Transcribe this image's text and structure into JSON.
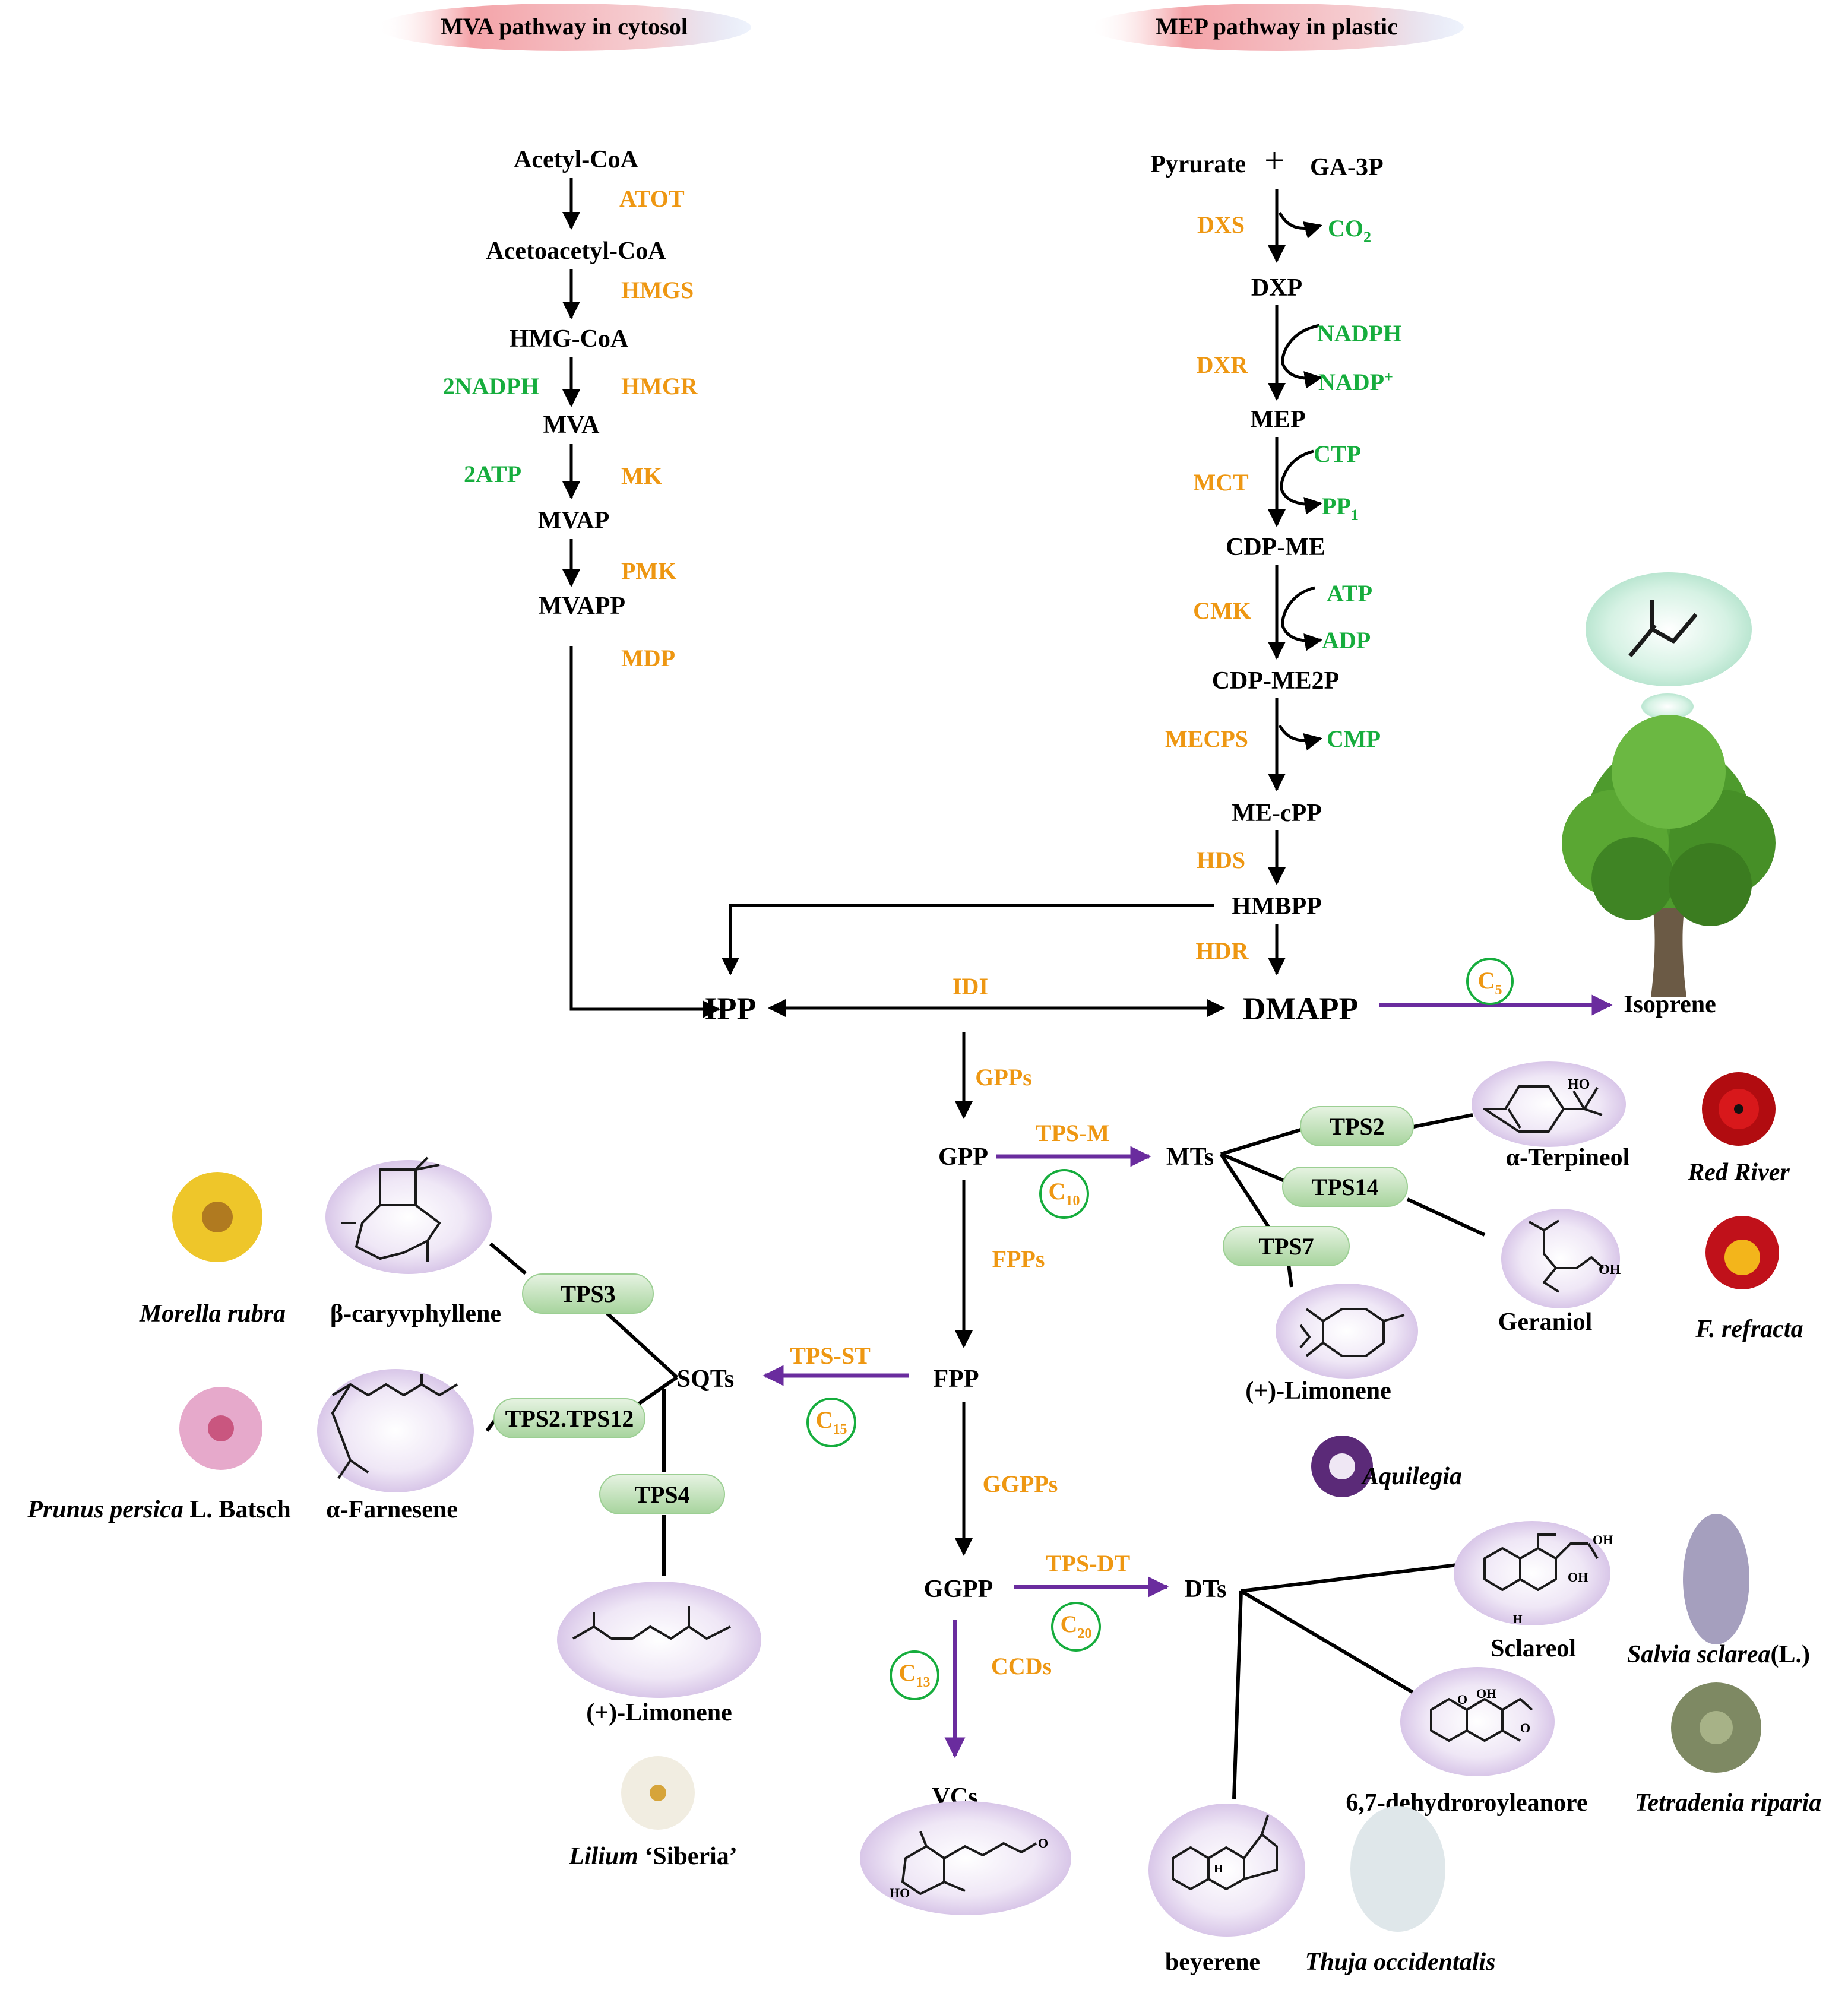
{
  "headers": {
    "mva": "MVA pathway in cytosol",
    "mep": "MEP pathway in plastic"
  },
  "mva": {
    "metabolites": [
      "Acetyl-CoA",
      "Acetoacetyl-CoA",
      "HMG-CoA",
      "MVA",
      "MVAP",
      "MVAPP"
    ],
    "enzymes": [
      "ATOT",
      "HMGS",
      "HMGR",
      "MK",
      "PMK",
      "MDP"
    ],
    "cofactors": [
      "2NADPH",
      "2ATP"
    ]
  },
  "mep": {
    "start_a": "Pyrurate",
    "plus": "+",
    "start_b": "GA-3P",
    "metabolites": [
      "DXP",
      "MEP",
      "CDP-ME",
      "CDP-ME2P",
      "ME-cPP",
      "HMBPP"
    ],
    "enzymes": [
      "DXS",
      "DXR",
      "MCT",
      "CMK",
      "MECPS",
      "HDS",
      "HDR"
    ],
    "cofactors": {
      "co2": "CO",
      "co2_sub": "2",
      "nadph": "NADPH",
      "nadp": "NADP",
      "nadp_sup": "+",
      "ctp": "CTP",
      "pp": "PP",
      "pp_sub": "1",
      "atp": "ATP",
      "adp": "ADP",
      "cmp": "CMP"
    }
  },
  "core": {
    "ipp": "IPP",
    "dmapp": "DMAPP",
    "idi": "IDI",
    "isoprene": "Isoprene",
    "gpp": "GPP",
    "fpp": "FPP",
    "ggpp": "GGPP",
    "gpps": "GPPs",
    "fpps": "FPPs",
    "ggpps": "GGPPs",
    "ccds": "CCDs",
    "tps_m": "TPS-M",
    "tps_st": "TPS-ST",
    "tps_dt": "TPS-DT",
    "mts": "MTs",
    "sqts": "SQTs",
    "dts": "DTs",
    "vcs": "VCs"
  },
  "carbon_labels": [
    {
      "base": "C",
      "sub": "5"
    },
    {
      "base": "C",
      "sub": "10"
    },
    {
      "base": "C",
      "sub": "15"
    },
    {
      "base": "C",
      "sub": "20"
    },
    {
      "base": "C",
      "sub": "13"
    }
  ],
  "tps": {
    "mt": [
      "TPS2",
      "TPS14",
      "TPS7"
    ],
    "sqt": [
      "TPS3",
      "TPS2.TPS12",
      "TPS4"
    ]
  },
  "compounds": {
    "terpineol": "α-Terpineol",
    "geraniol": "Geraniol",
    "limonene_mt": "(+)-Limonene",
    "caryophyllene": "β-caryvphyllene",
    "farnesene": "α-Farnesene",
    "limonene_sqt": "(+)-Limonene",
    "sclareol": "Sclareol",
    "royleanore": "6,7-dehydroroyleanore",
    "beyerene": "beyerene"
  },
  "structure_atoms": {
    "ho": "HO",
    "oh": "OH",
    "h": "H",
    "o": "O"
  },
  "species": {
    "red_river": "Red River",
    "f_refracta": "F. refracta",
    "aquilegia": "Aquilegia",
    "morella": "Morella rubra",
    "prunus_italic": "Prunus persica",
    "prunus_rest": " L. Batsch",
    "lilium_italic": "Lilium",
    "lilium_rest": " ‘Siberia’",
    "salvia_italic": "Salvia sclarea",
    "salvia_rest": "(L.)",
    "tetradenia": "Tetradenia riparia",
    "thuja": "Thuja occidentalis"
  },
  "colors": {
    "enzyme": "#ee9712",
    "cofactor": "#16ad3d",
    "reaction_arrow": "#6a2c9e",
    "tps_pill": "#b6dbae",
    "structure_bubble": "#d9c9ea"
  },
  "icons": [
    "tree-icon",
    "isoprene-bubble-icon",
    "red-flower-icon",
    "yellow-red-flower-icon",
    "purple-columbine-icon",
    "yellow-flower-icon",
    "pink-blossom-icon",
    "white-lily-icon",
    "sage-spike-icon",
    "leaf-clover-icon",
    "white-cedar-icon"
  ]
}
